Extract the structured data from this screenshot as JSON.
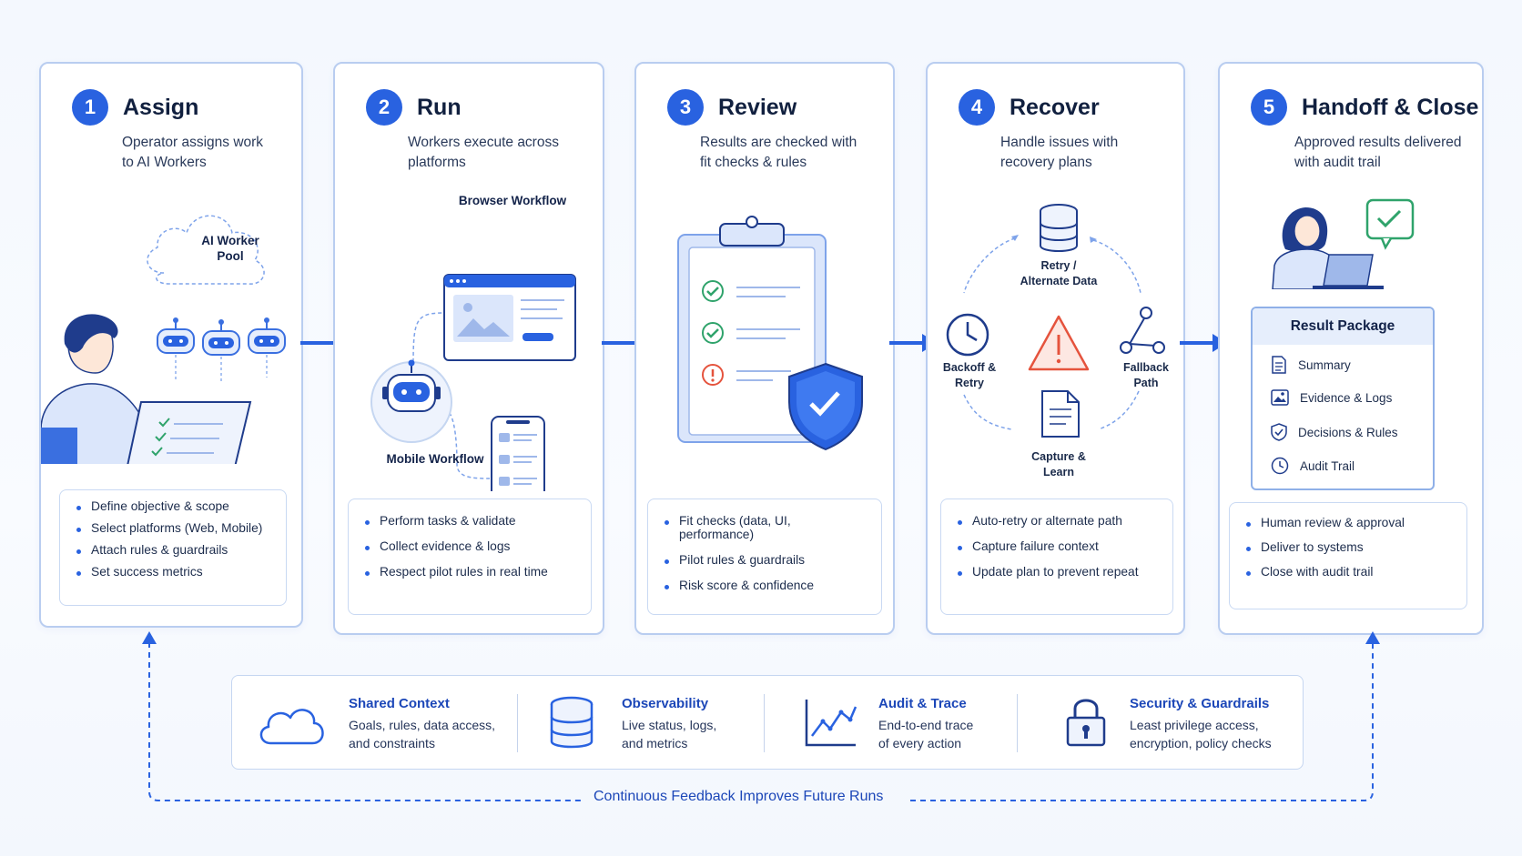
{
  "steps": [
    {
      "num": "1",
      "title": "Assign",
      "desc": "Operator assigns work\nto AI Workers",
      "bullets": [
        "Define objective & scope",
        "Select platforms (Web, Mobile)",
        "Attach rules & guardrails",
        "Set success metrics"
      ]
    },
    {
      "num": "2",
      "title": "Run",
      "desc": "Workers execute across\nplatforms",
      "bullets": [
        "Perform tasks & validate",
        "Collect evidence & logs",
        "Respect pilot rules in real time"
      ]
    },
    {
      "num": "3",
      "title": "Review",
      "desc": "Results are checked with\nfit checks & rules",
      "bullets": [
        "Fit checks (data, UI, performance)",
        "Pilot rules & guardrails",
        "Risk score & confidence"
      ]
    },
    {
      "num": "4",
      "title": "Recover",
      "desc": "Handle issues with\nrecovery plans",
      "bullets": [
        "Auto-retry or alternate path",
        "Capture failure context",
        "Update plan to prevent repeat"
      ]
    },
    {
      "num": "5",
      "title": "Handoff & Close",
      "desc": "Approved results delivered\nwith audit trail",
      "bullets": [
        "Human review & approval",
        "Deliver to systems",
        "Close with audit trail"
      ]
    }
  ],
  "assign_illus": {
    "pool_label": "AI Worker\nPool"
  },
  "run_illus": {
    "browser_label": "Browser Workflow",
    "mobile_label": "Mobile Workflow"
  },
  "recover_illus": {
    "retry_alt": "Retry /\nAlternate Data",
    "backoff": "Backoff &\nRetry",
    "fallback": "Fallback\nPath",
    "capture": "Capture &\nLearn"
  },
  "result_package": {
    "title": "Result Package",
    "items": [
      {
        "icon": "document-icon",
        "label": "Summary"
      },
      {
        "icon": "image-icon",
        "label": "Evidence & Logs"
      },
      {
        "icon": "shield-check-icon",
        "label": "Decisions & Rules"
      },
      {
        "icon": "clock-icon",
        "label": "Audit Trail"
      }
    ]
  },
  "features": [
    {
      "icon": "cloud-icon",
      "title": "Shared Context",
      "desc": "Goals, rules, data access,\nand constraints"
    },
    {
      "icon": "database-icon",
      "title": "Observability",
      "desc": "Live status, logs,\nand metrics"
    },
    {
      "icon": "trend-chart-icon",
      "title": "Audit & Trace",
      "desc": "End-to-end trace\nof every action"
    },
    {
      "icon": "lock-icon",
      "title": "Security & Guardrails",
      "desc": "Least privilege access,\nencryption, policy checks"
    }
  ],
  "loop_label": "Continuous Feedback Improves Future Runs",
  "colors": {
    "accent": "#2962e0",
    "border": "#b9cdf0",
    "danger": "#e5533d",
    "success": "#2fa36b"
  }
}
